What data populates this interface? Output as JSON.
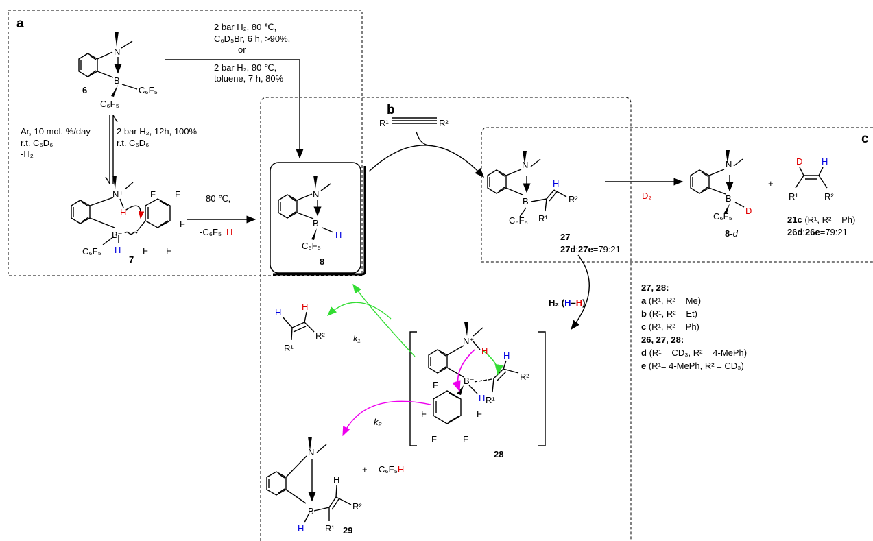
{
  "panels": {
    "a": "a",
    "b": "b",
    "c": "c"
  },
  "compounds": {
    "c6": "6",
    "c7": "7",
    "c8": "8",
    "c27": "27",
    "c27ratio_a": "27d",
    "c27ratio_b": "27e",
    "c27ratio_v": "=79:21",
    "c8d_a": "8",
    "c8d_b": "-d",
    "c21c": "21c",
    "c21c_rest": " (R¹, R² = Ph)",
    "c26_a": "26d",
    "c26_b": "26e",
    "c26_v": "=79:21",
    "c28": "28",
    "c29": "29"
  },
  "conditions": {
    "top1": "2 bar H₂, 80 ℃,",
    "top2": "C₆D₅Br, 6 h, >90%,",
    "top3": "or",
    "top4": "2 bar H₂, 80 ℃,",
    "top5": "toluene, 7 h, 80%",
    "left1": "Ar, 10 mol. %/day",
    "left2": "r.t.  C₆D₆",
    "left3": "-H₂",
    "right1": "2 bar H₂, 12h, 100%",
    "right2": "r.t.  C₆D₆",
    "mid1": "80 ℃,",
    "mid2": "-C₆F₅",
    "mid2h": "H",
    "d2": "D₂",
    "h2a": "H₂ (",
    "h2b": "H",
    "h2c": "–",
    "h2d": "H",
    "h2e": ")",
    "k1": "k₁",
    "k2": "k₂",
    "alkyne_r1": "R¹",
    "alkyne_r2": "R²",
    "plus": "+",
    "c6f5h": "C₆F₅",
    "c6f5h_h": "H"
  },
  "legend": {
    "h1": "27, 28:",
    "l1k": "a",
    "l1": " (R¹, R² = Me)",
    "l2k": "b",
    "l2": " (R¹, R² = Et)",
    "l3k": "c",
    "l3": " (R¹, R² = Ph)",
    "h2": "26, 27, 28:",
    "l4k": "d",
    "l4": " (R¹ = CD₃, R² = 4-MePh)",
    "l5k": "e",
    "l5": " (R¹= 4-MePh, R² = CD₃)"
  },
  "atoms": {
    "N": "N",
    "Nplus": "N⁺",
    "B": "B",
    "Bminus": "B⁻",
    "H": "H",
    "D": "D",
    "F": "F",
    "C6F5": "C₆F₅",
    "R1": "R¹",
    "R2": "R²"
  },
  "colors": {
    "red": "#e00000",
    "blue": "#0000e0",
    "green": "#33dd33",
    "magenta": "#ee00ee"
  }
}
